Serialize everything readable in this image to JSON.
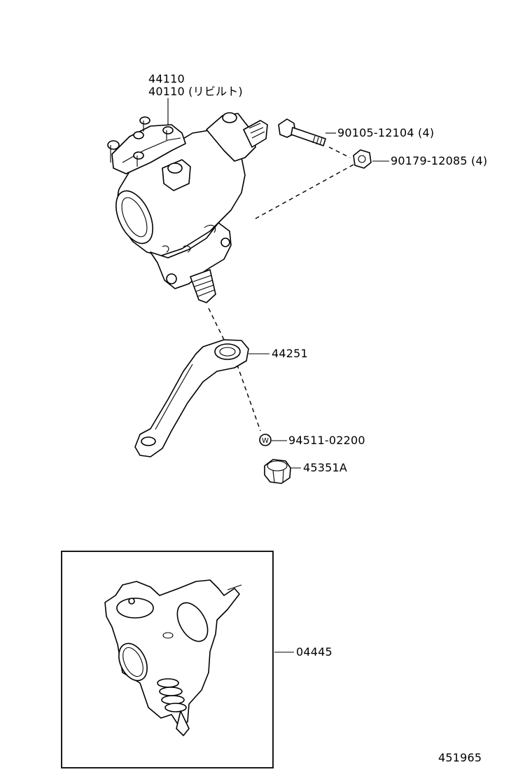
{
  "labels": {
    "gear_assy": "44110",
    "gear_rebuilt": "40110 (リビルト)",
    "bolt": "90105-12104 (4)",
    "nut": "90179-12085 (4)",
    "pitman_arm": "44251",
    "washer": "94511-02200",
    "nut_pitman": "45351A",
    "gasket_kit": "04445",
    "diagram_id": "451965"
  },
  "washer_mark": "W"
}
